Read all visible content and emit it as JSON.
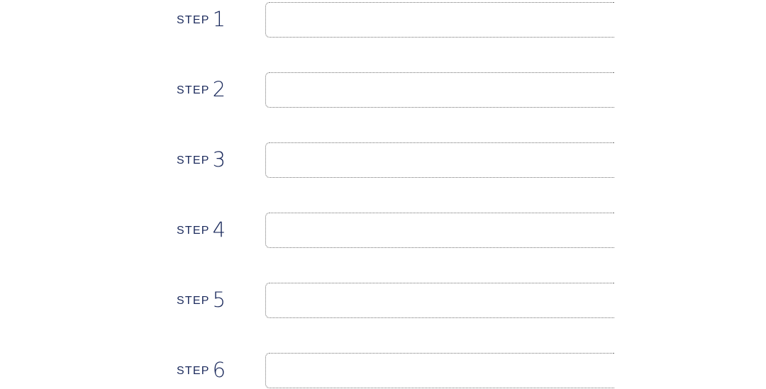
{
  "steps": [
    {
      "word": "STEP",
      "number": "1"
    },
    {
      "word": "STEP",
      "number": "2"
    },
    {
      "word": "STEP",
      "number": "3"
    },
    {
      "word": "STEP",
      "number": "4"
    },
    {
      "word": "STEP",
      "number": "5"
    },
    {
      "word": "STEP",
      "number": "6"
    }
  ],
  "colors": {
    "label": "#1b2a5c",
    "border": "#6f6f6f"
  }
}
